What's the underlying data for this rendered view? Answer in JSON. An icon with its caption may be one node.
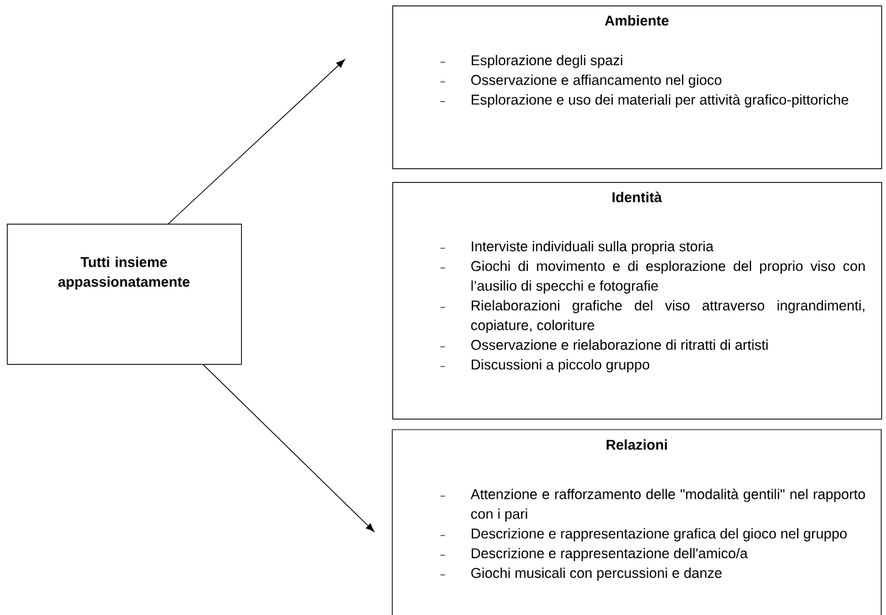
{
  "diagram": {
    "nodes": [
      {
        "text": [
          "Tutti insieme appassionatamente"
        ]
      },
      {
        "text": [
          "Ambiente",
          "Esplorazione degli spazi",
          "Osservazione e affiancamento nel gioco",
          "Esplorazione e uso dei materiali per attività grafico-pittoriche"
        ]
      },
      {
        "text": [
          "Identità",
          "Interviste individuali sulla propria storia",
          "Giochi di movimento e di esplorazione del proprio viso con l’ausilio di specchi e fotografie",
          "Rielaborazioni grafiche del viso attraverso ingrandimenti, copiature, coloriture",
          "Osservazione e rielaborazione di ritratti di artisti",
          "Discussioni a piccolo gruppo"
        ]
      },
      {
        "text": [
          "Relazioni",
          "Attenzione e rafforzamento delle \"modalità gentili\" nel rapporto con i pari",
          "Descrizione e rappresentazione grafica del gioco nel gruppo",
          "Descrizione e rappresentazione dell'amico/a",
          "Giochi musicali con percussioni e danze"
        ]
      }
    ],
    "edges": [
      {
        "from": 0,
        "to": 1,
        "arrow": "to"
      },
      {
        "from": 0,
        "to": 3,
        "arrow": "to"
      }
    ]
  }
}
